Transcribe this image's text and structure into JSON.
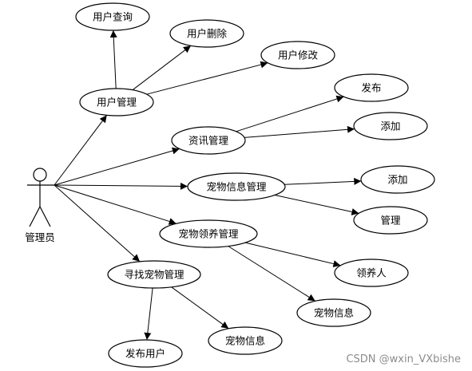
{
  "diagram": {
    "actor": {
      "id": "admin",
      "label": "管理员"
    },
    "nodes": [
      {
        "id": "user_mgmt",
        "label": "用户管理"
      },
      {
        "id": "user_query",
        "label": "用户查询"
      },
      {
        "id": "user_delete",
        "label": "用户删除"
      },
      {
        "id": "user_modify",
        "label": "用户修改"
      },
      {
        "id": "news_mgmt",
        "label": "资讯管理"
      },
      {
        "id": "news_publish",
        "label": "发布"
      },
      {
        "id": "news_add",
        "label": "添加"
      },
      {
        "id": "pet_info_mgmt",
        "label": "宠物信息管理"
      },
      {
        "id": "pet_info_add",
        "label": "添加"
      },
      {
        "id": "pet_info_manage",
        "label": "管理"
      },
      {
        "id": "adoption_mgmt",
        "label": "宠物领养管理"
      },
      {
        "id": "adopter",
        "label": "领养人"
      },
      {
        "id": "adoption_pet_info",
        "label": "宠物信息"
      },
      {
        "id": "find_pet_mgmt",
        "label": "寻找宠物管理"
      },
      {
        "id": "publisher",
        "label": "发布用户"
      },
      {
        "id": "find_pet_info",
        "label": "宠物信息"
      }
    ],
    "edges": [
      {
        "from": "admin",
        "to": "user_mgmt"
      },
      {
        "from": "admin",
        "to": "news_mgmt"
      },
      {
        "from": "admin",
        "to": "pet_info_mgmt"
      },
      {
        "from": "admin",
        "to": "adoption_mgmt"
      },
      {
        "from": "admin",
        "to": "find_pet_mgmt"
      },
      {
        "from": "user_mgmt",
        "to": "user_query"
      },
      {
        "from": "user_mgmt",
        "to": "user_delete"
      },
      {
        "from": "user_mgmt",
        "to": "user_modify"
      },
      {
        "from": "news_mgmt",
        "to": "news_publish"
      },
      {
        "from": "news_mgmt",
        "to": "news_add"
      },
      {
        "from": "pet_info_mgmt",
        "to": "pet_info_add"
      },
      {
        "from": "pet_info_mgmt",
        "to": "pet_info_manage"
      },
      {
        "from": "adoption_mgmt",
        "to": "adopter"
      },
      {
        "from": "adoption_mgmt",
        "to": "adoption_pet_info"
      },
      {
        "from": "find_pet_mgmt",
        "to": "publisher"
      },
      {
        "from": "find_pet_mgmt",
        "to": "find_pet_info"
      }
    ]
  },
  "watermark": "CSDN @wxin_VXbishe"
}
